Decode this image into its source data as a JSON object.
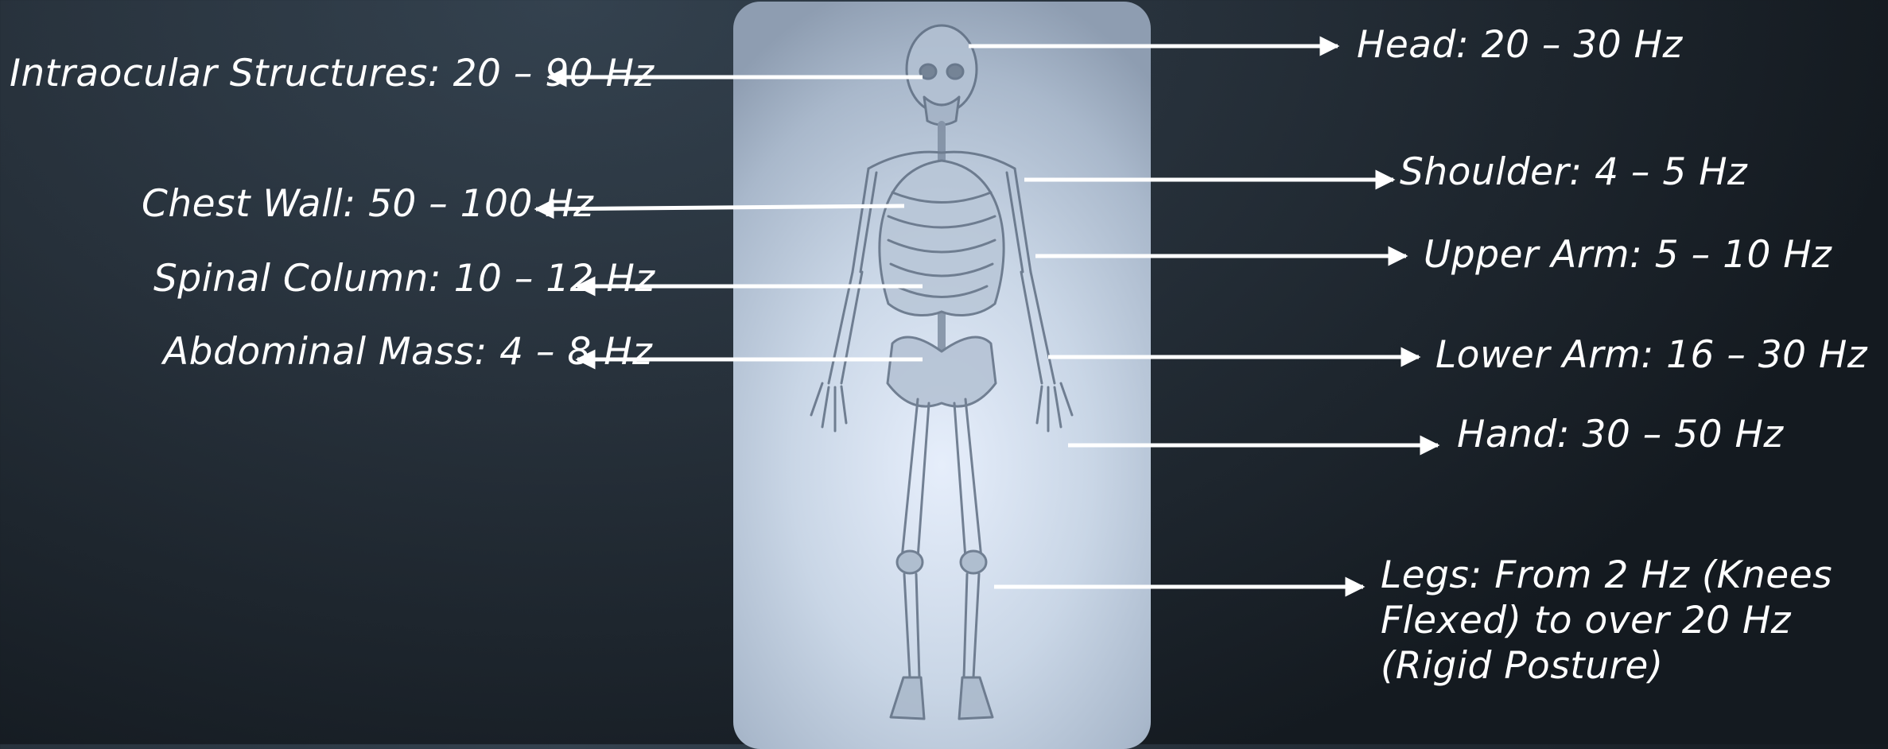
{
  "labels": {
    "intraocular": "Intraocular Structures: 20 – 90 Hz",
    "chest": "Chest Wall: 50 – 100 Hz",
    "spine": "Spinal Column: 10 – 12 Hz",
    "abdominal": "Abdominal Mass: 4 – 8 Hz",
    "head": "Head: 20 – 30 Hz",
    "shoulder": "Shoulder: 4 – 5 Hz",
    "upper_arm": "Upper Arm: 5 – 10 Hz",
    "lower_arm": "Lower Arm: 16 – 30 Hz",
    "hand": "Hand: 30 – 50 Hz",
    "legs": "Legs: From 2 Hz (Knees Flexed) to over 20 Hz (Rigid Posture)"
  },
  "figure": {
    "subject": "human skeleton, anterior view",
    "panel_color": "#c9d6e6"
  },
  "colors": {
    "text": "#ffffff",
    "arrow": "#ffffff"
  }
}
